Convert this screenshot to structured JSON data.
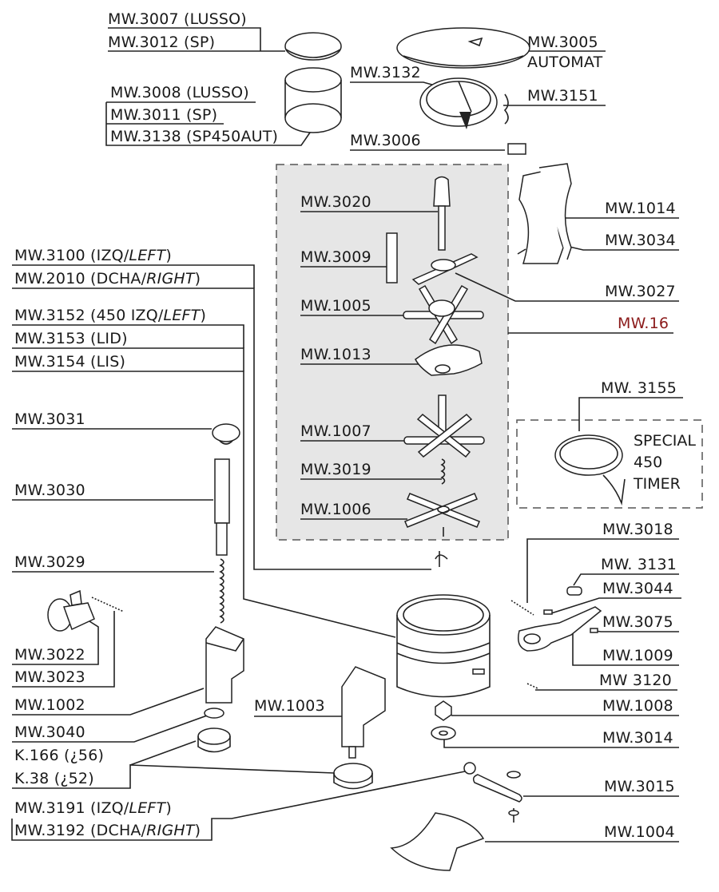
{
  "diagram": {
    "type": "exploded-parts-view",
    "highlight_color": "#8b1a1a",
    "group_fill": "#e6e6e6",
    "labels": {
      "l3007": {
        "code": "MW.3007",
        "suffix": "(LUSSO)"
      },
      "l3012": {
        "code": "MW.3012",
        "suffix": "(SP)"
      },
      "l3008": {
        "code": "MW.3008",
        "suffix": "(LUSSO)"
      },
      "l3011": {
        "code": "MW.3011",
        "suffix": "(SP)"
      },
      "l3138": {
        "code": "MW.3138",
        "suffix": "(SP450AUT)"
      },
      "l3005": {
        "code": "MW.3005",
        "suffix": "AUTOMAT"
      },
      "l3132": {
        "code": "MW.3132"
      },
      "l3151": {
        "code": "MW.3151"
      },
      "l3006": {
        "code": "MW.3006"
      },
      "l3020": {
        "code": "MW.3020"
      },
      "l3009": {
        "code": "MW.3009"
      },
      "l1005": {
        "code": "MW.1005"
      },
      "l1013": {
        "code": "MW.1013"
      },
      "l1007": {
        "code": "MW.1007"
      },
      "l3019": {
        "code": "MW.3019"
      },
      "l1006": {
        "code": "MW.1006"
      },
      "l1014": {
        "code": "MW.1014"
      },
      "l3034": {
        "code": "MW.3034"
      },
      "l3027": {
        "code": "MW.3027"
      },
      "l16": {
        "code": "MW.16"
      },
      "l3155": {
        "code": "MW. 3155"
      },
      "l3100": {
        "code": "MW.3100 (IZQ/",
        "italic": "LEFT",
        "close": ")"
      },
      "l2010": {
        "code": "MW.2010 (DCHA/",
        "italic": "RIGHT",
        "close": ")"
      },
      "l3152": {
        "code": "MW.3152 (450 IZQ/",
        "italic": "LEFT",
        "close": ")"
      },
      "l3153": {
        "code": "MW.3153 (LID)"
      },
      "l3154": {
        "code": "MW.3154 (LIS)"
      },
      "l3031": {
        "code": "MW.3031"
      },
      "l3030": {
        "code": "MW.3030"
      },
      "l3029": {
        "code": "MW.3029"
      },
      "l3022": {
        "code": "MW.3022"
      },
      "l3023": {
        "code": "MW.3023"
      },
      "l1002": {
        "code": "MW.1002"
      },
      "l3040": {
        "code": "MW.3040"
      },
      "lk166": {
        "code": "K.166  (¿56)"
      },
      "lk38": {
        "code": "K.38    (¿52)"
      },
      "l3191": {
        "code": "MW.3191 (IZQ/",
        "italic": "LEFT",
        "close": ")"
      },
      "l3192": {
        "code": "MW.3192 (DCHA/",
        "italic": "RIGHT",
        "close": ")"
      },
      "l1003": {
        "code": "MW.1003"
      },
      "l3018": {
        "code": "MW.3018"
      },
      "l3131": {
        "code": "MW. 3131"
      },
      "l3044": {
        "code": "MW.3044"
      },
      "l3075": {
        "code": "MW.3075"
      },
      "l1009": {
        "code": "MW.1009"
      },
      "l3120": {
        "code": "MW 3120"
      },
      "l1008": {
        "code": "MW.1008"
      },
      "l3014": {
        "code": "MW.3014"
      },
      "l3015": {
        "code": "MW.3015"
      },
      "l1004": {
        "code": "MW.1004"
      }
    },
    "special_note": {
      "line1": "SPECIAL",
      "line2": "450",
      "line3": "TIMER"
    }
  }
}
